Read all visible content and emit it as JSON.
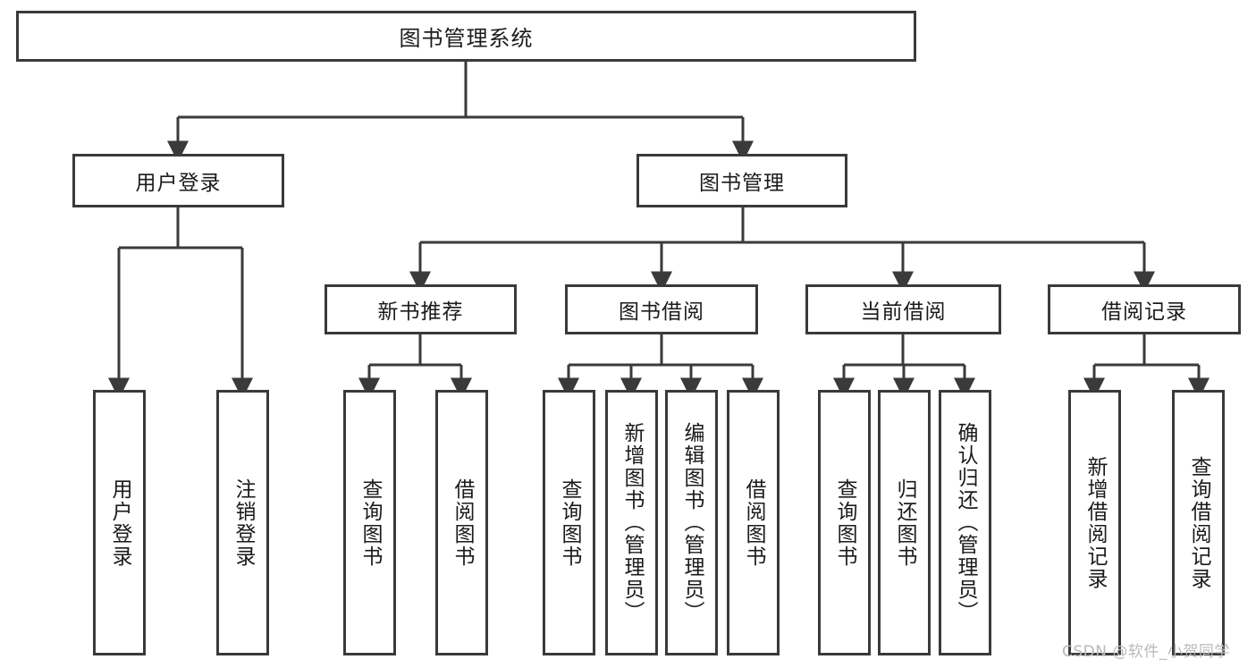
{
  "diagram": {
    "title": "图书管理系统",
    "type": "tree-hierarchy-diagram",
    "root": {
      "label": "图书管理系统"
    },
    "level2": [
      {
        "label": "用户登录"
      },
      {
        "label": "图书管理"
      }
    ],
    "level3": [
      {
        "label": "新书推荐"
      },
      {
        "label": "图书借阅"
      },
      {
        "label": "当前借阅"
      },
      {
        "label": "借阅记录"
      }
    ],
    "leaves": {
      "user_login": [
        {
          "label": "用户登录"
        },
        {
          "label": "注销登录"
        }
      ],
      "new_book_recommend": [
        {
          "label": "查询图书"
        },
        {
          "label": "借阅图书"
        }
      ],
      "book_borrow": [
        {
          "label": "查询图书"
        },
        {
          "label": "新增图书（管理员）"
        },
        {
          "label": "编辑图书（管理员）"
        },
        {
          "label": "借阅图书"
        }
      ],
      "current_borrow": [
        {
          "label": "查询图书"
        },
        {
          "label": "归还图书"
        },
        {
          "label": "确认归还（管理员）"
        }
      ],
      "borrow_record": [
        {
          "label": "新增借阅记录"
        },
        {
          "label": "查询借阅记录"
        }
      ]
    }
  },
  "watermark": {
    "text": "CSDN @软件_小贺同学"
  },
  "colors": {
    "border": "#3a3a3a",
    "background": "#ffffff",
    "text": "#1b1b1b",
    "watermark": "#b9b9b9"
  }
}
